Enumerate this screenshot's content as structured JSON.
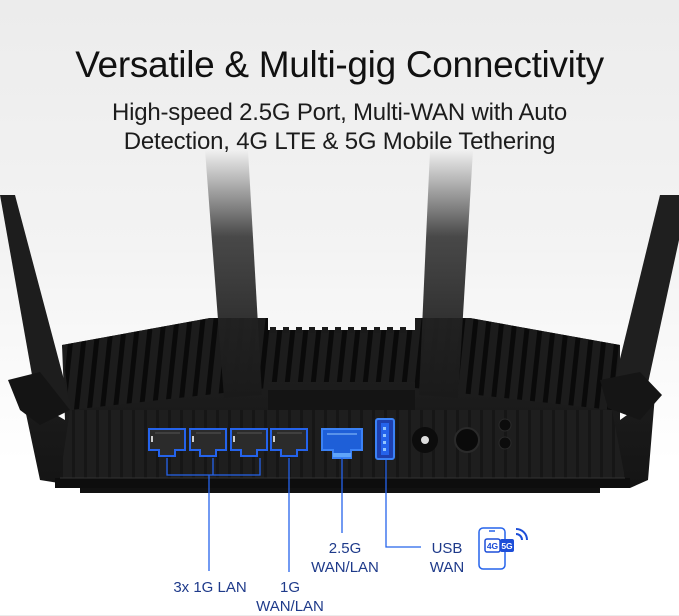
{
  "header": {
    "title": "Versatile & Multi-gig Connectivity",
    "subtitle_line1": "High-speed 2.5G Port, Multi-WAN with Auto",
    "subtitle_line2": "Detection, 4G LTE & 5G Mobile Tethering"
  },
  "ports": {
    "lan": {
      "label": "3x 1G LAN"
    },
    "wan1g": {
      "label_line1": "1G",
      "label_line2": "WAN/LAN"
    },
    "wan25g": {
      "label_line1": "2.5G",
      "label_line2": "WAN/LAN"
    },
    "usb": {
      "label_line1": "USB",
      "label_line2": "WAN"
    }
  },
  "mobile_icon": {
    "badge_4g": "4G",
    "badge_5g": "5G"
  },
  "colors": {
    "accent_blue": "#1d4ed8",
    "port_blue": "#2563eb",
    "router_body": "#1a1a1a",
    "label_text": "#1e3a8a"
  }
}
